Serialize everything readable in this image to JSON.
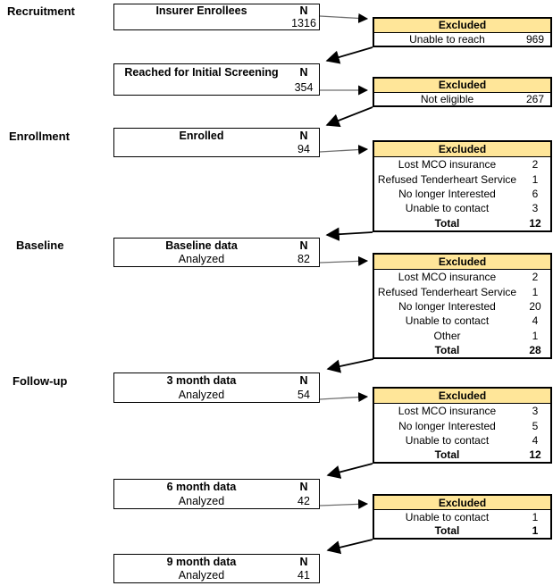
{
  "accent": {
    "excluded_header_bg": "#FFE699",
    "border": "#000000"
  },
  "stages": [
    {
      "label": "Recruitment"
    },
    {
      "label": "Enrollment"
    },
    {
      "label": "Baseline"
    },
    {
      "label": "Follow-up"
    }
  ],
  "main_boxes": [
    {
      "title": "Insurer Enrollees",
      "n_label": "N",
      "subtitle": "",
      "value": "1316"
    },
    {
      "title": "Reached for Initial Screening",
      "n_label": "N",
      "subtitle": "",
      "value": "354"
    },
    {
      "title": "Enrolled",
      "n_label": "N",
      "subtitle": "",
      "value": "94"
    },
    {
      "title": "Baseline data",
      "n_label": "N",
      "subtitle": "Analyzed",
      "value": "82"
    },
    {
      "title": "3 month data",
      "n_label": "N",
      "subtitle": "Analyzed",
      "value": "54"
    },
    {
      "title": "6 month data",
      "n_label": "N",
      "subtitle": "Analyzed",
      "value": "42"
    },
    {
      "title": "9 month data",
      "n_label": "N",
      "subtitle": "Analyzed",
      "value": "41"
    }
  ],
  "excluded_boxes": [
    {
      "header": "Excluded",
      "rows": [
        {
          "reason": "Unable to reach",
          "count": "969"
        }
      ]
    },
    {
      "header": "Excluded",
      "rows": [
        {
          "reason": "Not eligible",
          "count": "267"
        }
      ]
    },
    {
      "header": "Excluded",
      "rows": [
        {
          "reason": "Lost MCO insurance",
          "count": "2"
        },
        {
          "reason": "Refused Tenderheart Service",
          "count": "1"
        },
        {
          "reason": "No longer Interested",
          "count": "6"
        },
        {
          "reason": "Unable to contact",
          "count": "3"
        }
      ],
      "total_label": "Total",
      "total": "12"
    },
    {
      "header": "Excluded",
      "rows": [
        {
          "reason": "Lost MCO insurance",
          "count": "2"
        },
        {
          "reason": "Refused Tenderheart Service",
          "count": "1"
        },
        {
          "reason": "No longer Interested",
          "count": "20"
        },
        {
          "reason": "Unable to contact",
          "count": "4"
        },
        {
          "reason": "Other",
          "count": "1"
        }
      ],
      "total_label": "Total",
      "total": "28"
    },
    {
      "header": "Excluded",
      "rows": [
        {
          "reason": "Lost MCO insurance",
          "count": "3"
        },
        {
          "reason": "No longer Interested",
          "count": "5"
        },
        {
          "reason": "Unable to contact",
          "count": "4"
        }
      ],
      "total_label": "Total",
      "total": "12"
    },
    {
      "header": "Excluded",
      "rows": [
        {
          "reason": "Unable to contact",
          "count": "1"
        }
      ],
      "total_label": "Total",
      "total": "1"
    }
  ]
}
